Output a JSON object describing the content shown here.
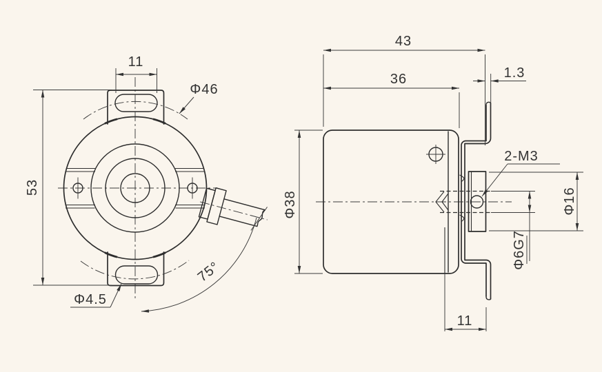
{
  "colors": {
    "background": "#faf5ed",
    "line": "#2d2d2d",
    "dimension_line": "#3a3a3a",
    "text": "#333333"
  },
  "front": {
    "dim_slot_width": "11",
    "dim_height": "53",
    "dim_bolt_circle": "Φ46",
    "dim_mount_hole": "Φ4.5",
    "dim_cable_angle": "75°"
  },
  "side": {
    "dim_total_length": "43",
    "dim_body_length": "36",
    "dim_flange_thickness": "1.3",
    "dim_body_diameter": "Φ38",
    "dim_set_screw": "2-M3",
    "dim_hub_diameter": "Φ16",
    "dim_shaft_bore": "Φ6G7",
    "dim_mount_offset": "11"
  }
}
